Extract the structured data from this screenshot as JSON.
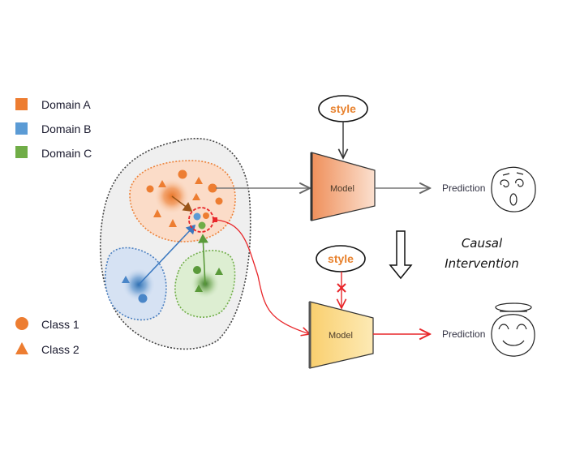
{
  "legend": {
    "domains": [
      {
        "label": "Domain A",
        "color": "#ed7d31"
      },
      {
        "label": "Domain B",
        "color": "#5b9bd5"
      },
      {
        "label": "Domain C",
        "color": "#70ad47"
      }
    ],
    "classes": [
      {
        "label": "Class 1",
        "shape": "circle",
        "color": "#ed7d31"
      },
      {
        "label": "Class 2",
        "shape": "triangle",
        "color": "#ed7d31"
      }
    ]
  },
  "top_branch": {
    "style_label": "style",
    "model_label": "Model",
    "prediction_label": "Prediction",
    "face": "confused-face"
  },
  "bottom_branch": {
    "style_label": "style",
    "model_label": "Model",
    "prediction_label": "Prediction",
    "face": "happy-halo-face",
    "blocked_marker": "x"
  },
  "intervention": {
    "line1": "Causal",
    "line2": "Intervention"
  },
  "colors": {
    "domain_a": "#ed7d31",
    "domain_b": "#5b9bd5",
    "domain_c": "#70ad47",
    "intervention_red": "#e8262a",
    "model_top_fill": "#f4a77a",
    "model_bottom_fill": "#fbd98a"
  }
}
